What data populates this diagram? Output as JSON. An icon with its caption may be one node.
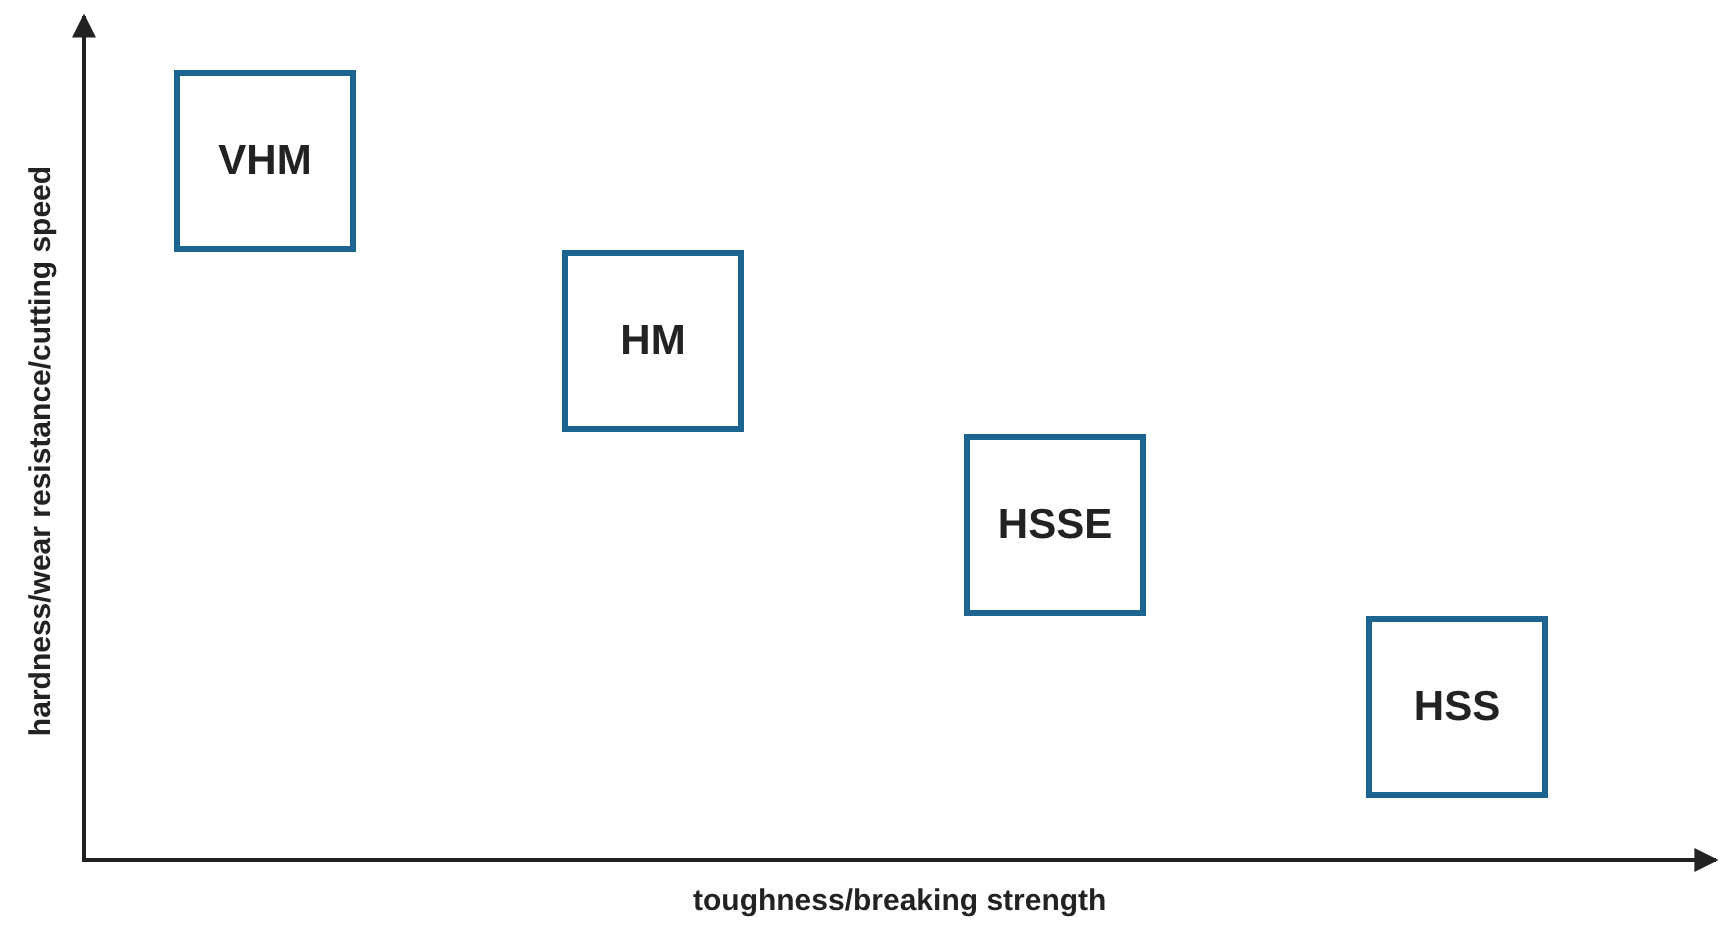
{
  "diagram": {
    "nodes": [
      {
        "text": [
          "VHM"
        ]
      },
      {
        "text": [
          "HM"
        ]
      },
      {
        "text": [
          "HSSE"
        ]
      },
      {
        "text": [
          "HSS"
        ]
      }
    ],
    "labels": [
      "hardness/wear resistance/cutting speed",
      "toughness/breaking strength"
    ]
  }
}
